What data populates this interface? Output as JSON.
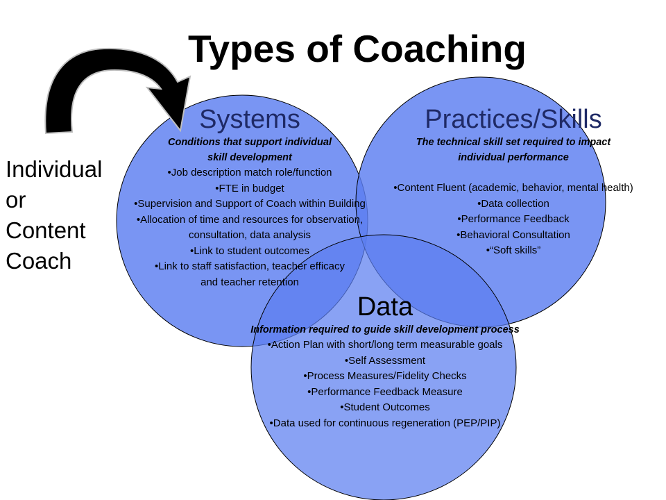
{
  "title": "Types of Coaching",
  "side_label": [
    "Individual",
    "or",
    "Content",
    "Coach"
  ],
  "colors": {
    "circle_fill": "#5b7ef0",
    "circle_stroke": "#000000",
    "heading_text": "#1f2a66",
    "arrow": "#000000"
  },
  "arrow_icon": "curved-arrow-icon",
  "systems": {
    "heading": "Systems",
    "subtitle": [
      "Conditions that support individual",
      "skill development"
    ],
    "bullets": [
      "•Job description match role/function",
      "•FTE in budget",
      "•Supervision and Support of Coach within Building",
      "•Allocation of time and resources for observation,",
      "consultation, data analysis",
      "•Link to student outcomes",
      "•Link to staff satisfaction, teacher efficacy",
      "and teacher retention"
    ]
  },
  "practices": {
    "heading": "Practices/Skills",
    "subtitle": [
      "The technical skill set required to impact",
      "individual performance"
    ],
    "bullets": [
      "•Content Fluent (academic, behavior, mental health)",
      "•Data collection",
      "•Performance Feedback",
      "•Behavioral Consultation",
      "•“Soft skills”"
    ]
  },
  "data": {
    "heading": "Data",
    "subtitle": [
      "Information required to guide skill development process"
    ],
    "bullets": [
      "•Action Plan with short/long term measurable goals",
      "•Self Assessment",
      "•Process Measures/Fidelity Checks",
      "•Performance Feedback Measure",
      "•Student Outcomes",
      "•Data used for continuous regeneration (PEP/PIP)"
    ]
  }
}
